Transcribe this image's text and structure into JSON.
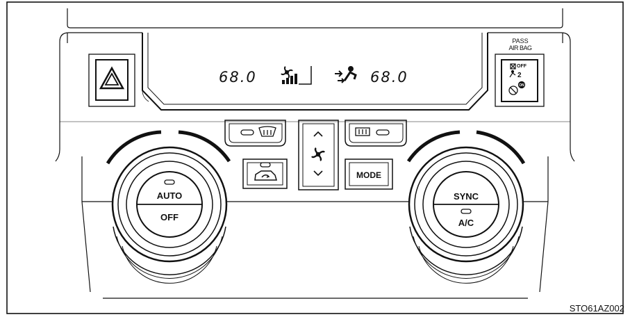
{
  "display": {
    "left_temp": "68.0",
    "right_temp": "68.0"
  },
  "left_knob": {
    "top_label": "AUTO",
    "bottom_label": "OFF"
  },
  "right_knob": {
    "top_label": "SYNC",
    "bottom_label": "A/C"
  },
  "buttons": {
    "mode_label": "MODE"
  },
  "passenger_airbag": {
    "line1": "PASS",
    "line2": "AIR BAG",
    "off_text": "OFF",
    "seat_number": "2",
    "on_text": "ON"
  },
  "figure_code": "STO61AZ002"
}
